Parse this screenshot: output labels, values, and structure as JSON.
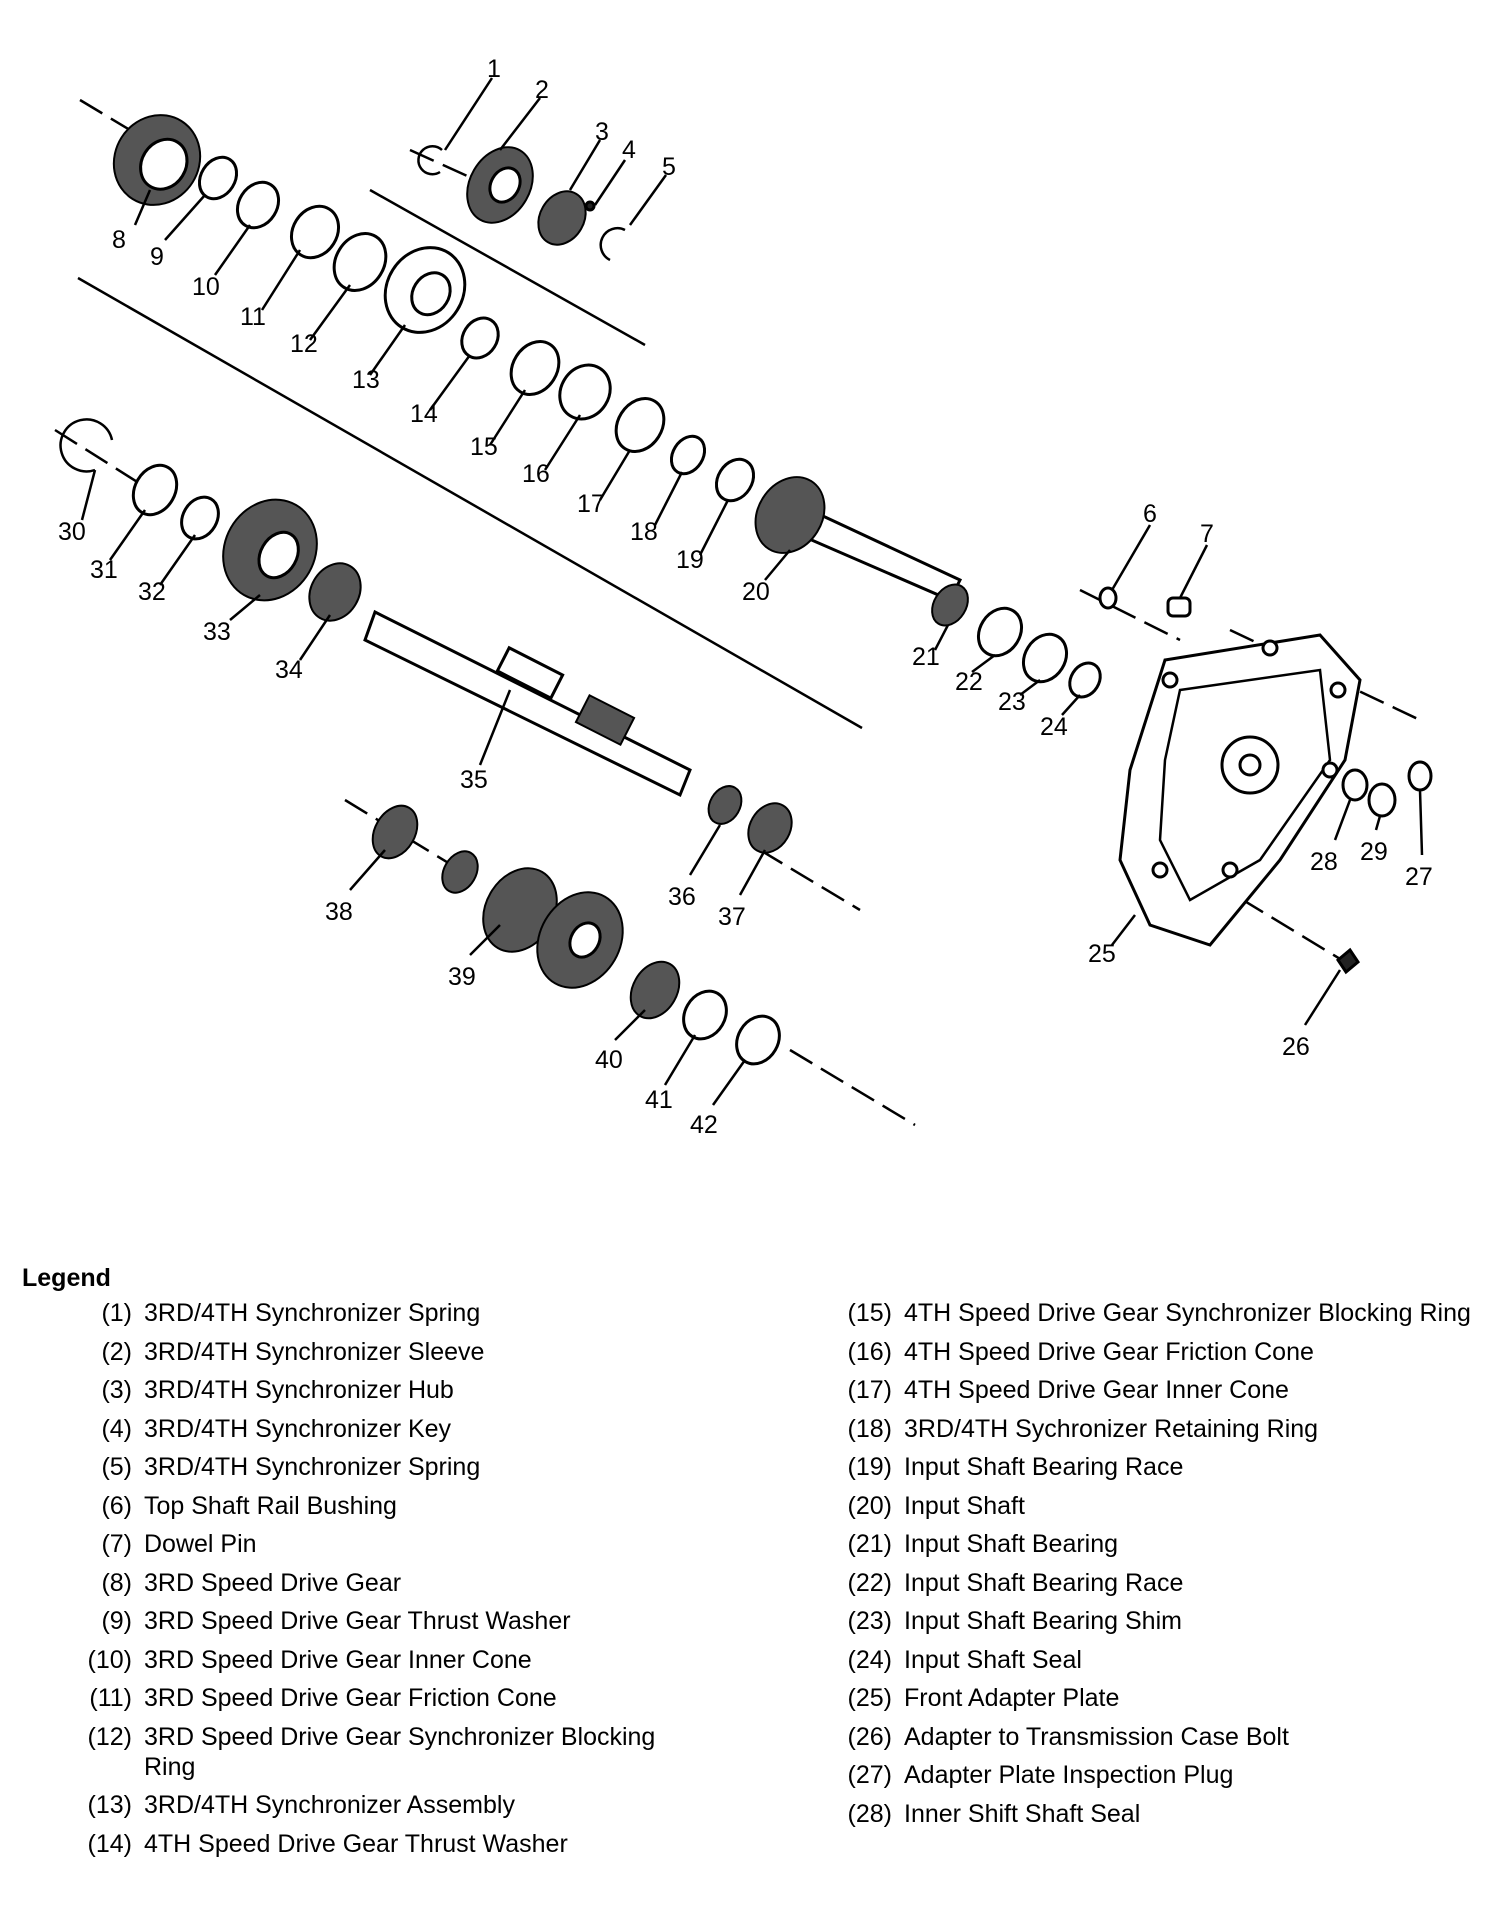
{
  "callouts": [
    "1",
    "2",
    "3",
    "4",
    "5",
    "6",
    "7",
    "8",
    "9",
    "10",
    "11",
    "12",
    "13",
    "14",
    "15",
    "16",
    "17",
    "18",
    "19",
    "20",
    "21",
    "22",
    "23",
    "24",
    "25",
    "26",
    "27",
    "28",
    "29",
    "30",
    "31",
    "32",
    "33",
    "34",
    "35",
    "36",
    "37",
    "38",
    "39",
    "40",
    "41",
    "42"
  ],
  "legend": {
    "title": "Legend",
    "left": [
      {
        "num": "(1)",
        "label": "3RD/4TH Synchronizer Spring"
      },
      {
        "num": "(2)",
        "label": "3RD/4TH Synchronizer Sleeve"
      },
      {
        "num": "(3)",
        "label": "3RD/4TH Synchronizer Hub"
      },
      {
        "num": "(4)",
        "label": "3RD/4TH Synchronizer Key"
      },
      {
        "num": "(5)",
        "label": "3RD/4TH Synchronizer Spring"
      },
      {
        "num": "(6)",
        "label": "Top Shaft Rail Bushing"
      },
      {
        "num": "(7)",
        "label": "Dowel Pin"
      },
      {
        "num": "(8)",
        "label": "3RD Speed Drive Gear"
      },
      {
        "num": "(9)",
        "label": "3RD Speed Drive Gear Thrust Washer"
      },
      {
        "num": "(10)",
        "label": "3RD Speed Drive Gear Inner Cone"
      },
      {
        "num": "(11)",
        "label": "3RD Speed Drive Gear Friction Cone"
      },
      {
        "num": "(12)",
        "label": "3RD Speed Drive Gear Synchronizer Blocking Ring"
      },
      {
        "num": "(13)",
        "label": "3RD/4TH Synchronizer Assembly"
      },
      {
        "num": "(14)",
        "label": "4TH Speed Drive Gear Thrust Washer"
      }
    ],
    "right": [
      {
        "num": "(15)",
        "label": "4TH Speed Drive Gear Synchronizer Blocking Ring"
      },
      {
        "num": "(16)",
        "label": "4TH Speed Drive Gear Friction Cone"
      },
      {
        "num": "(17)",
        "label": "4TH Speed Drive Gear Inner Cone"
      },
      {
        "num": "(18)",
        "label": "3RD/4TH Sychronizer Retaining Ring"
      },
      {
        "num": "(19)",
        "label": "Input Shaft Bearing Race"
      },
      {
        "num": "(20)",
        "label": "Input Shaft"
      },
      {
        "num": "(21)",
        "label": "Input Shaft Bearing"
      },
      {
        "num": "(22)",
        "label": "Input Shaft Bearing Race"
      },
      {
        "num": "(23)",
        "label": "Input Shaft Bearing Shim"
      },
      {
        "num": "(24)",
        "label": "Input Shaft Seal"
      },
      {
        "num": "(25)",
        "label": "Front Adapter Plate"
      },
      {
        "num": "(26)",
        "label": "Adapter to Transmission Case Bolt"
      },
      {
        "num": "(27)",
        "label": "Adapter Plate Inspection Plug"
      },
      {
        "num": "(28)",
        "label": "Inner Shift Shaft Seal"
      }
    ]
  }
}
